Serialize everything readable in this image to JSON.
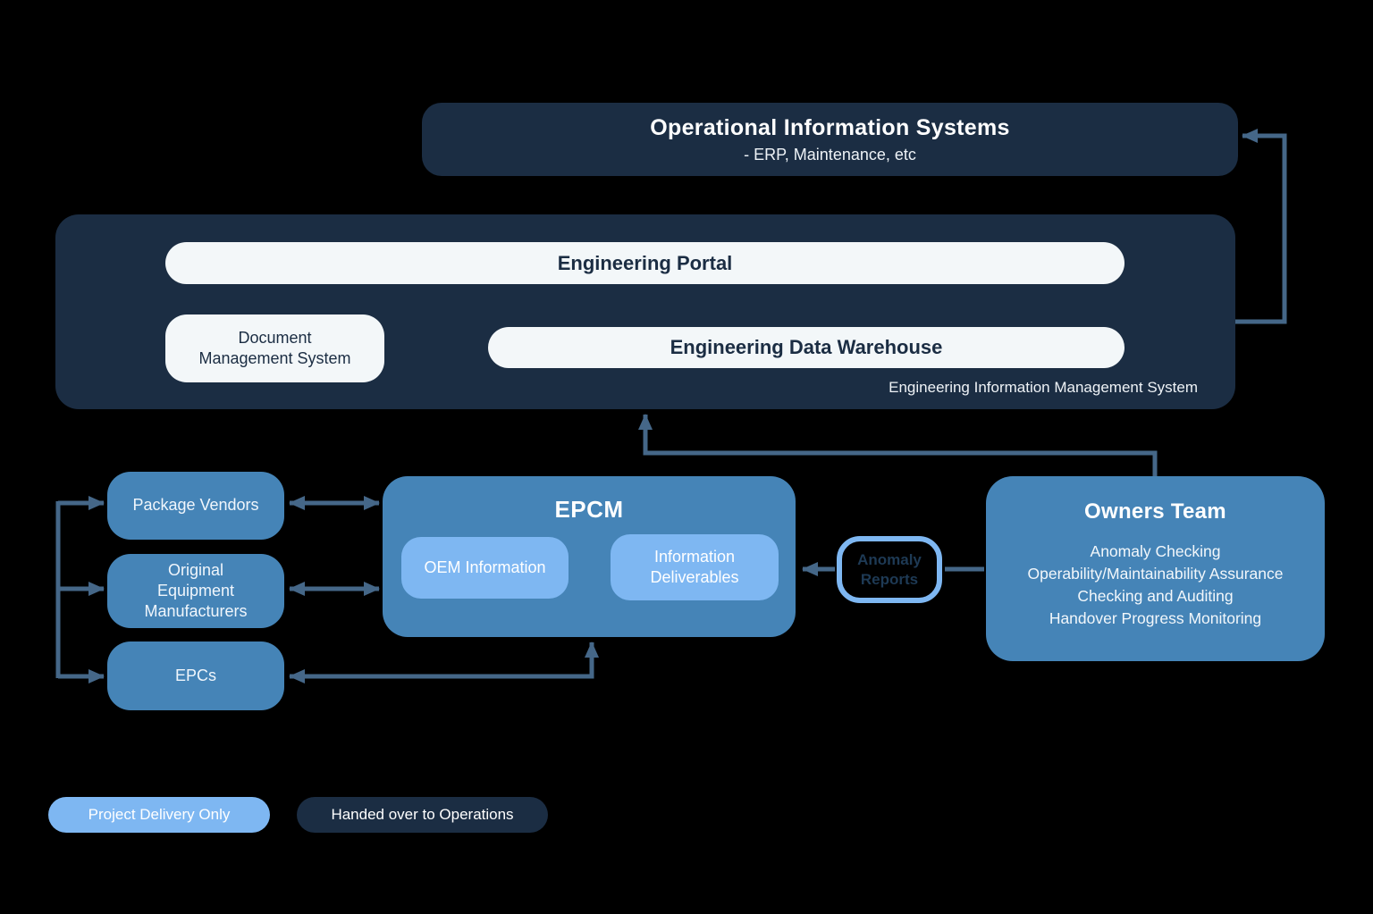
{
  "colors": {
    "background": "#000000",
    "dark_navy": "#1b2d43",
    "steel_blue": "#4584b7",
    "light_blue": "#7eb7f2",
    "panel_white": "#f3f7f9",
    "arrow": "#456788"
  },
  "ois_box": {
    "title": "Operational Information Systems",
    "subtitle": "- ERP, Maintenance, etc"
  },
  "eims": {
    "portal_label": "Engineering Portal",
    "dms_label": "Document Management System",
    "edw_label": "Engineering Data Warehouse",
    "system_label": "Engineering Information Management System"
  },
  "left_column": {
    "package_vendors": "Package Vendors",
    "oem": "Original Equipment Manufacturers",
    "epcs": "EPCs"
  },
  "epcm": {
    "title": "EPCM",
    "oem_information": "OEM Information",
    "information_deliverables": "Information Deliverables"
  },
  "anomaly_reports": {
    "label": "Anomaly Reports"
  },
  "owners_team": {
    "title": "Owners Team",
    "items": [
      "Anomaly Checking",
      "Operability/Maintainability Assurance",
      "Checking and Auditing",
      "Handover Progress Monitoring"
    ]
  },
  "legend": {
    "project_delivery_only": "Project Delivery Only",
    "handed_over_to_operations": "Handed over to Operations"
  }
}
